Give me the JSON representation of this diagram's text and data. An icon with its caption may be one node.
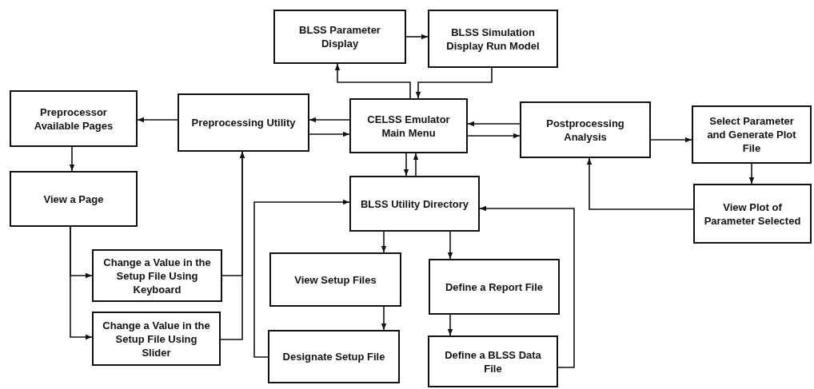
{
  "diagram": {
    "nodes": [
      {
        "text": [
          "BLSS Parameter Display"
        ]
      },
      {
        "text": [
          "BLSS Simulation Display Run Model"
        ]
      },
      {
        "text": [
          "Preprocessor Available Pages"
        ]
      },
      {
        "text": [
          "Preprocessing Utility"
        ]
      },
      {
        "text": [
          "CELSS Emulator Main Menu"
        ]
      },
      {
        "text": [
          "Postprocessing Analysis"
        ]
      },
      {
        "text": [
          "Select Parameter and Generate Plot File"
        ]
      },
      {
        "text": [
          "View a Page"
        ]
      },
      {
        "text": [
          "BLSS Utility Directory"
        ]
      },
      {
        "text": [
          "View Plot of Parameter Selected"
        ]
      },
      {
        "text": [
          "Change a Value in the Setup File Using Keyboard"
        ]
      },
      {
        "text": [
          "View Setup Files"
        ]
      },
      {
        "text": [
          "Define a Report File"
        ]
      },
      {
        "text": [
          "Change a Value in the Setup File Using Slider"
        ]
      },
      {
        "text": [
          "Designate Setup File"
        ]
      },
      {
        "text": [
          "Define a BLSS Data File"
        ]
      }
    ],
    "edges": [
      {
        "from": 4,
        "to": 0,
        "arrow": "to"
      },
      {
        "from": 0,
        "to": 1,
        "arrow": "to"
      },
      {
        "from": 1,
        "to": 4,
        "arrow": "to"
      },
      {
        "from": 3,
        "to": 2,
        "arrow": "to"
      },
      {
        "from": 4,
        "to": 3,
        "arrow": "to"
      },
      {
        "from": 3,
        "to": 4,
        "arrow": "to"
      },
      {
        "from": 5,
        "to": 4,
        "arrow": "to"
      },
      {
        "from": 4,
        "to": 5,
        "arrow": "to"
      },
      {
        "from": 5,
        "to": 6,
        "arrow": "to"
      },
      {
        "from": 2,
        "to": 7,
        "arrow": "to"
      },
      {
        "from": 4,
        "to": 8,
        "arrow": "to"
      },
      {
        "from": 8,
        "to": 4,
        "arrow": "to"
      },
      {
        "from": 6,
        "to": 9,
        "arrow": "to"
      },
      {
        "from": 9,
        "to": 5,
        "arrow": "to"
      },
      {
        "from": 7,
        "to": 10,
        "arrow": "to"
      },
      {
        "from": 7,
        "to": 13,
        "arrow": "to"
      },
      {
        "from": 10,
        "to": 3,
        "arrow": "to"
      },
      {
        "from": 13,
        "to": 3,
        "arrow": "to"
      },
      {
        "from": 8,
        "to": 11,
        "arrow": "to"
      },
      {
        "from": 11,
        "to": 14,
        "arrow": "to"
      },
      {
        "from": 14,
        "to": 8,
        "arrow": "to"
      },
      {
        "from": 8,
        "to": 12,
        "arrow": "to"
      },
      {
        "from": 12,
        "to": 15,
        "arrow": "to"
      },
      {
        "from": 15,
        "to": 8,
        "arrow": "to"
      }
    ]
  }
}
